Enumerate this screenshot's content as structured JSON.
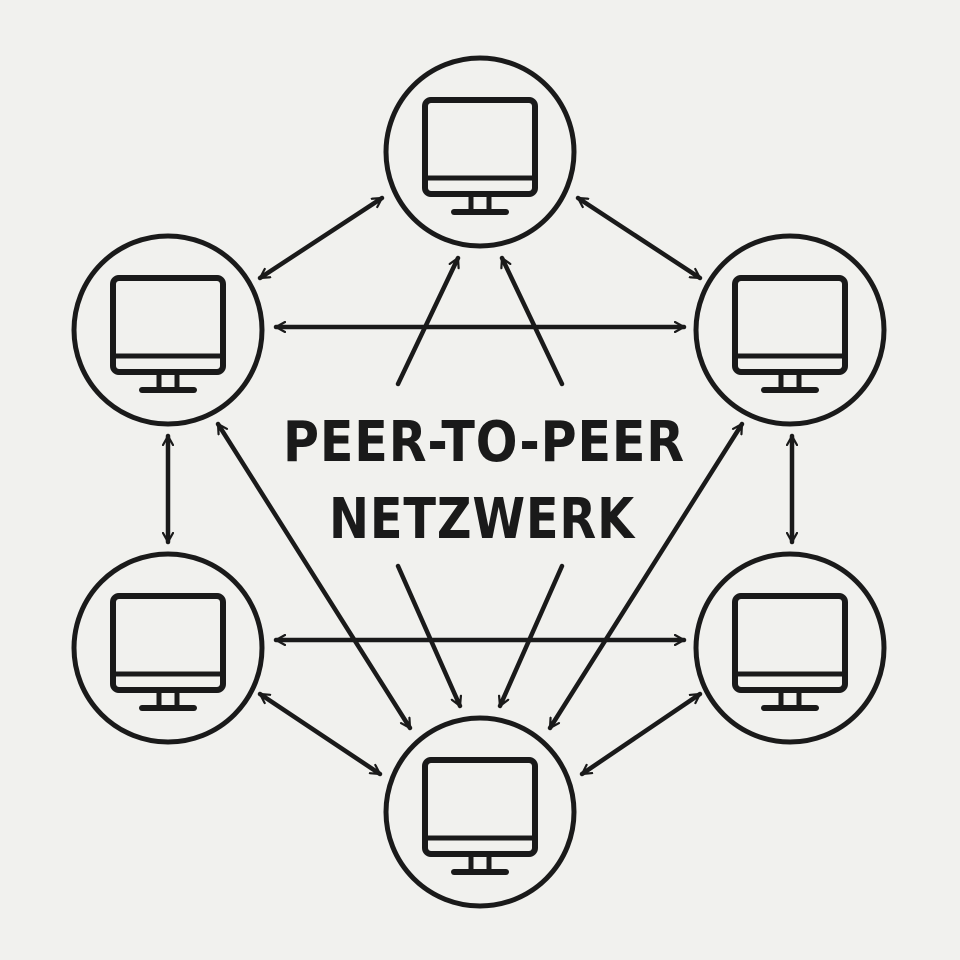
{
  "diagram": {
    "title_line1": "PEER-TO-PEER",
    "title_line2": "NETZWERK",
    "colors": {
      "background": "#f1f1ee",
      "ink": "#1a1a1a"
    },
    "node_icon": "computer-monitor-icon",
    "nodes": [
      {
        "id": "top"
      },
      {
        "id": "upper-left"
      },
      {
        "id": "upper-right"
      },
      {
        "id": "lower-left"
      },
      {
        "id": "lower-right"
      },
      {
        "id": "bottom"
      }
    ],
    "connections": [
      {
        "from": "upper-left",
        "to": "top",
        "direction": "both"
      },
      {
        "from": "top",
        "to": "upper-right",
        "direction": "both"
      },
      {
        "from": "upper-left",
        "to": "upper-right",
        "direction": "both"
      },
      {
        "from": "upper-left",
        "to": "lower-left",
        "direction": "both"
      },
      {
        "from": "upper-right",
        "to": "lower-right",
        "direction": "both"
      },
      {
        "from": "lower-left",
        "to": "lower-right",
        "direction": "both"
      },
      {
        "from": "lower-left",
        "to": "bottom",
        "direction": "both"
      },
      {
        "from": "lower-right",
        "to": "bottom",
        "direction": "both"
      },
      {
        "from": "upper-left",
        "to": "bottom",
        "direction": "both"
      },
      {
        "from": "upper-right",
        "to": "bottom",
        "direction": "both"
      },
      {
        "from": "center",
        "to": "top",
        "direction": "forward"
      },
      {
        "from": "center",
        "to": "top",
        "direction": "forward"
      },
      {
        "from": "center",
        "to": "bottom",
        "direction": "forward"
      },
      {
        "from": "center",
        "to": "bottom",
        "direction": "forward"
      }
    ]
  }
}
